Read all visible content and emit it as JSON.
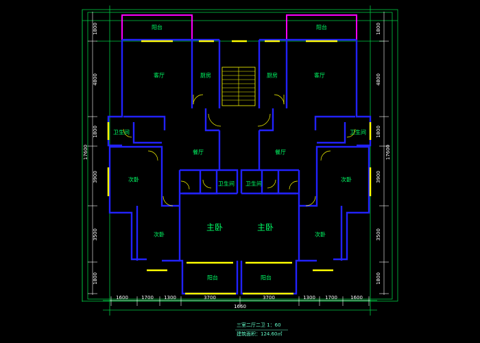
{
  "rooms": {
    "balcony_top_left": "阳台",
    "balcony_top_right": "阳台",
    "living_left": "客厅",
    "living_right": "客厅",
    "kitchen_left": "厨房",
    "kitchen_right": "厨房",
    "bath_side_left": "卫生间",
    "bath_side_right": "卫生间",
    "dining_left": "餐厅",
    "dining_right": "餐厅",
    "bath_mid_left": "卫生间",
    "bath_mid_right": "卫生间",
    "second_bed_left": "次卧",
    "second_bed_right": "次卧",
    "master_left": "主卧",
    "master_right": "主卧",
    "study_left": "次卧",
    "study_right": "次卧",
    "balcony_bottom_left": "阳台",
    "balcony_bottom_right": "阳台"
  },
  "dimensions": {
    "left": [
      "1800",
      "4800",
      "1800",
      "17600",
      "3900",
      "3500",
      "1800"
    ],
    "right": [
      "1800",
      "4800",
      "1800",
      "17600",
      "3900",
      "3500",
      "1800"
    ],
    "bottom": [
      "1600",
      "1700",
      "1300",
      "3700",
      "3700",
      "1300",
      "1700",
      "1600"
    ],
    "total_bottom": "1660"
  },
  "title": {
    "line1": "三室二厅二卫  1：60",
    "line2": "建筑面积：124.60㎡"
  },
  "colors": {
    "background": "#000000",
    "walls": "#2222ff",
    "balcony": "#ff00ff",
    "windows": "#ffff00",
    "doors": "#ffff00",
    "labels": "#00ff66",
    "dimensions": "#ffffff"
  }
}
